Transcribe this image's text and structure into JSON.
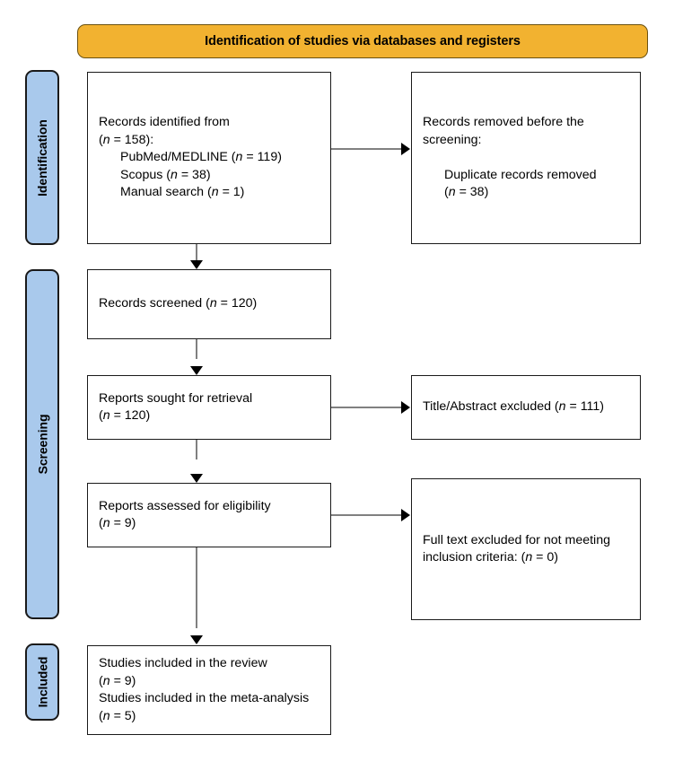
{
  "diagram": {
    "title": "PRISMA flow diagram",
    "colors": {
      "banner_fill": "#F2B230",
      "stage_pill_fill": "#A9C9EC",
      "box_border": "#1a1a1a",
      "connector_line": "#808080",
      "arrowhead": "#000000",
      "background": "#ffffff"
    }
  },
  "banner": {
    "label": "Identification of studies via databases and registers"
  },
  "stages": [
    {
      "id": "identification",
      "label": "Identification"
    },
    {
      "id": "screening",
      "label": "Screening"
    },
    {
      "id": "included",
      "label": "Included"
    }
  ],
  "boxes": {
    "records_identified": {
      "lines": [
        {
          "text": "Records identified from",
          "indent": false
        },
        {
          "text": "(n = 158):",
          "indent": false,
          "italic_n": true
        },
        {
          "text": "PubMed/MEDLINE (n = 119)",
          "indent": true,
          "italic_n": true
        },
        {
          "text": "Scopus (n = 38)",
          "indent": true,
          "italic_n": true
        },
        {
          "text": "Manual search (n = 1)",
          "indent": true,
          "italic_n": true
        }
      ]
    },
    "records_removed": {
      "lines": [
        {
          "text": "Records removed before the",
          "indent": false
        },
        {
          "text": "screening:",
          "indent": false
        },
        {
          "text": "",
          "indent": false,
          "spacer": true
        },
        {
          "text": "Duplicate records removed",
          "indent": true
        },
        {
          "text": "(n = 38)",
          "indent": true,
          "italic_n": true
        }
      ]
    },
    "records_screened": {
      "lines": [
        {
          "text": "Records screened (n = 120)",
          "indent": false,
          "italic_n": true
        }
      ]
    },
    "reports_sought": {
      "lines": [
        {
          "text": "Reports sought for retrieval",
          "indent": false
        },
        {
          "text": "(n = 120)",
          "indent": false,
          "italic_n": true
        }
      ]
    },
    "title_abstract_excluded": {
      "lines": [
        {
          "text": "Title/Abstract excluded (n = 111)",
          "indent": false,
          "italic_n": true
        }
      ]
    },
    "reports_assessed": {
      "lines": [
        {
          "text": "Reports assessed for eligibility",
          "indent": false
        },
        {
          "text": "(n = 9)",
          "indent": false,
          "italic_n": true
        }
      ]
    },
    "full_text_excluded": {
      "lines": [
        {
          "text": "Full text excluded for not meeting",
          "indent": false
        },
        {
          "text": "inclusion criteria: (n = 0)",
          "indent": false,
          "italic_n": true
        }
      ]
    },
    "studies_included": {
      "lines": [
        {
          "text": "Studies included in the review",
          "indent": false
        },
        {
          "text": "(n = 9)",
          "indent": false,
          "italic_n": true
        },
        {
          "text": "Studies included in the meta-analysis",
          "indent": false
        },
        {
          "text": "(n = 5)",
          "indent": false,
          "italic_n": true
        }
      ]
    }
  },
  "counts": {
    "records_identified_total": 158,
    "pubmed_medline": 119,
    "scopus": 38,
    "manual_search": 1,
    "duplicates_removed": 38,
    "records_screened": 120,
    "reports_sought": 120,
    "title_abstract_excluded": 111,
    "reports_assessed": 9,
    "full_text_excluded": 0,
    "studies_in_review": 9,
    "studies_in_meta_analysis": 5
  }
}
